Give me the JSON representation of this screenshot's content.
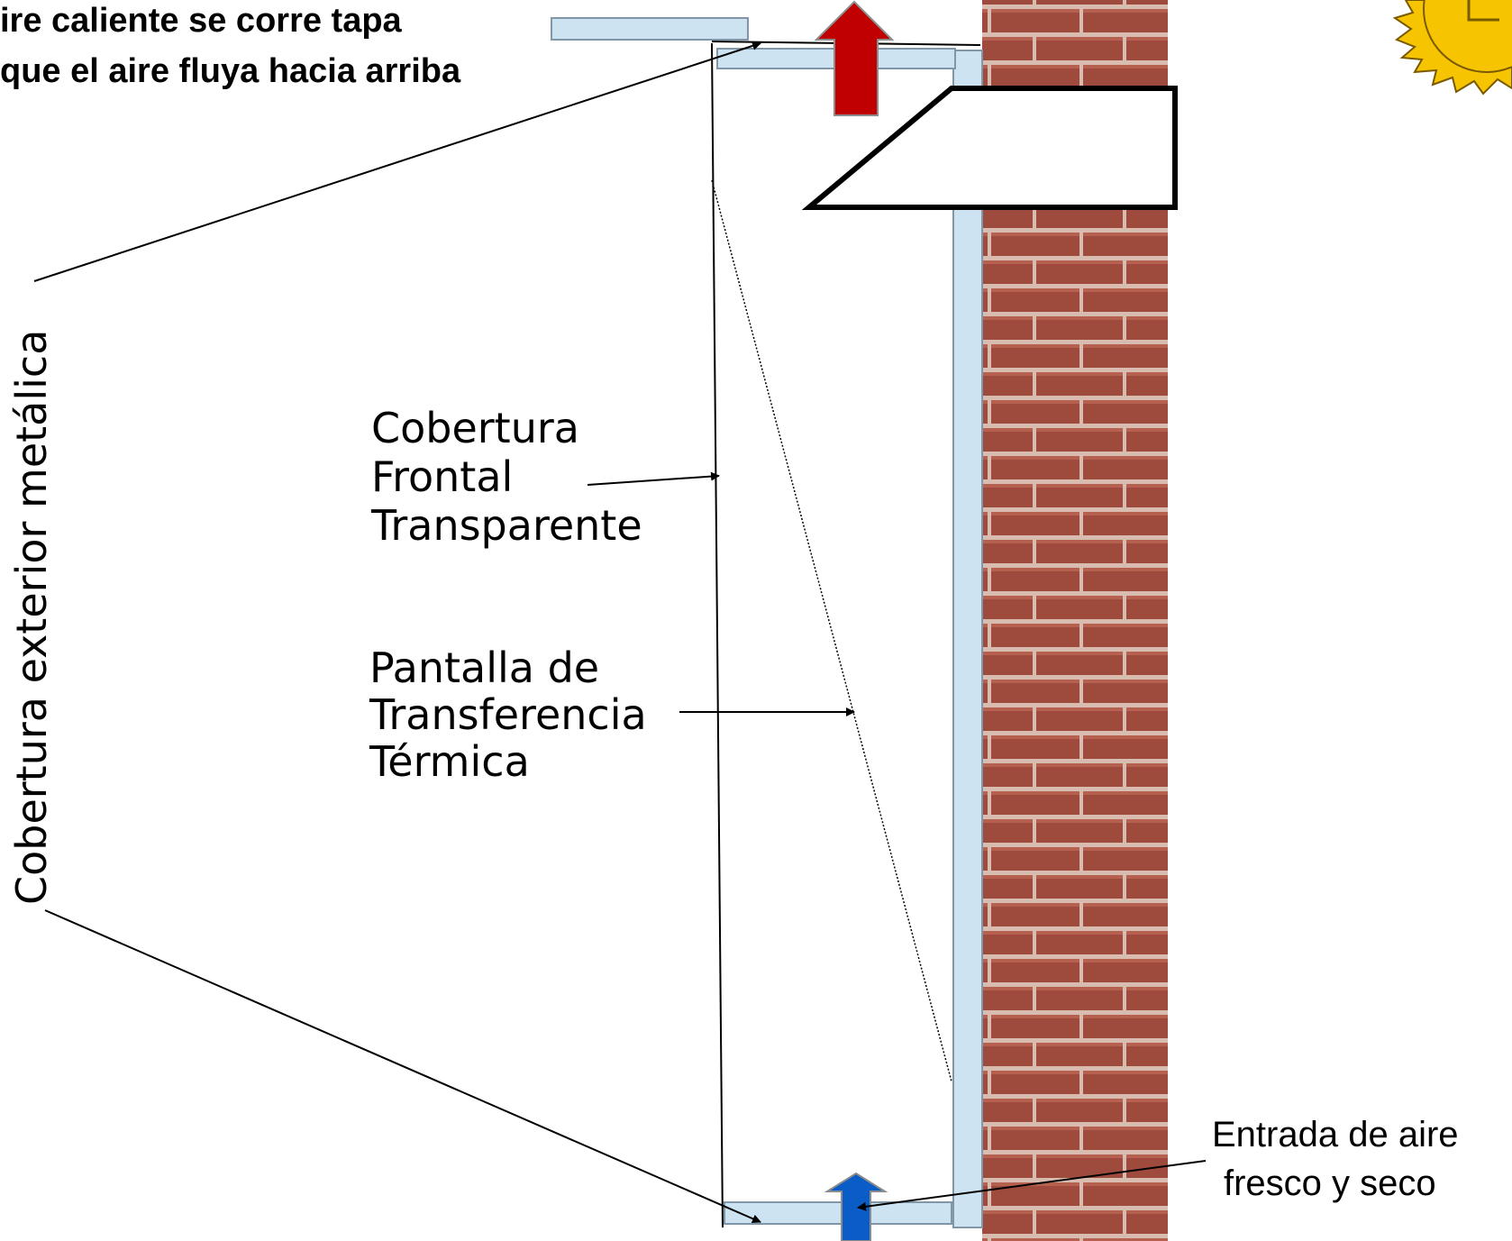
{
  "labels": {
    "top_note_line1": "ire caliente se corre tapa",
    "top_note_line2": "que el aire fluya hacia arriba",
    "metal_cover": "Cobertura exterior metálica",
    "front_cover": [
      "Cobertura",
      "Frontal",
      "Transparente"
    ],
    "heat_screen": [
      "Pantalla de",
      "Transferencia",
      "Térmica"
    ],
    "air_inlet": [
      "Entrada de aire",
      "fresco y seco"
    ]
  },
  "colors": {
    "panel_fill": "#cde3f2",
    "panel_stroke": "#7f97a8",
    "hot_air_arrow": "#c00000",
    "cold_air_arrow": "#0a5cc7",
    "brick": "#9e4a3c",
    "mortar": "#d9bcb0",
    "sun": "#f6c400"
  },
  "icons": {
    "hot_air": "arrow-up-icon",
    "fresh_air": "arrow-up-icon",
    "sun": "sun-icon"
  }
}
